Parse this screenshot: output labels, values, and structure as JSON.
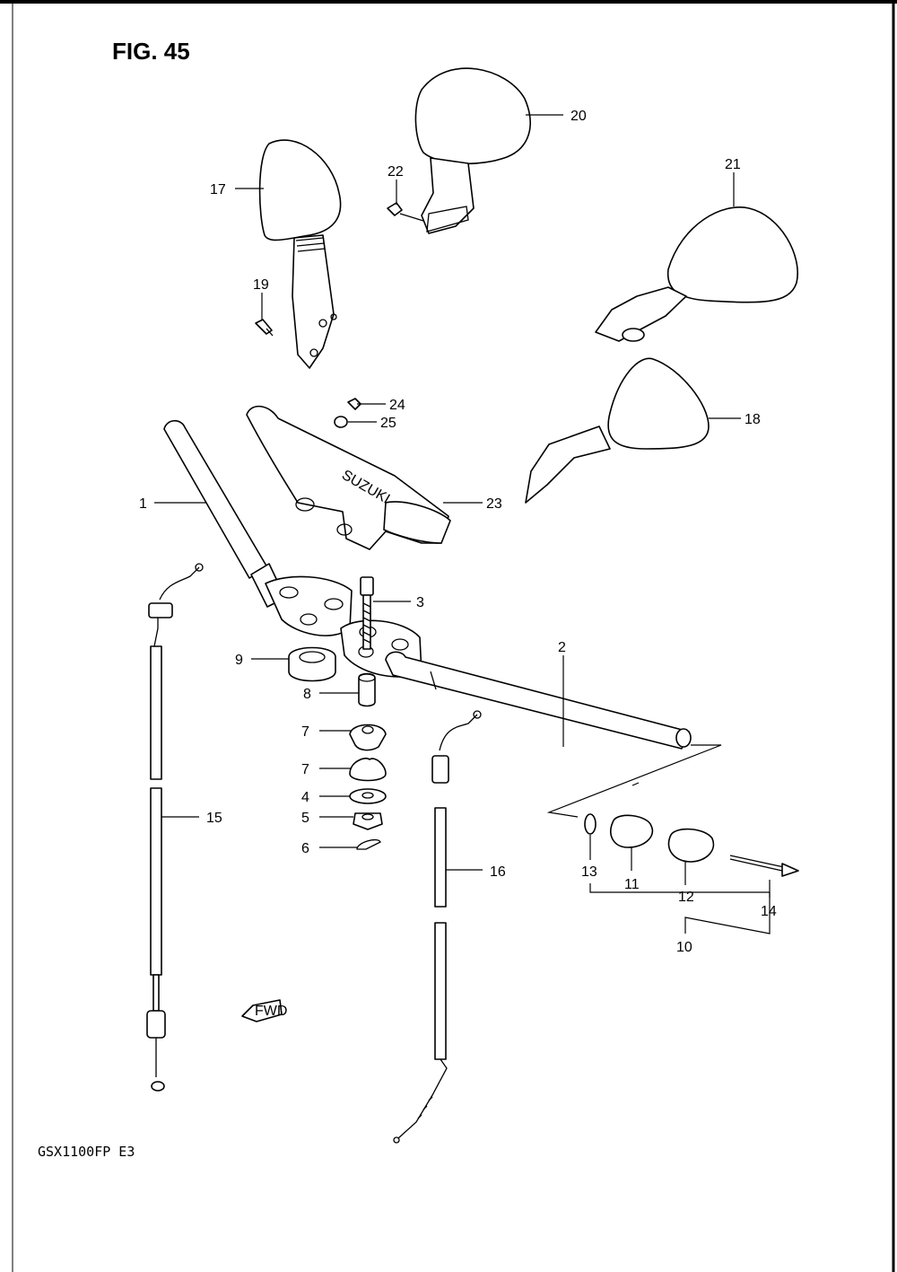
{
  "title": "FIG. 45",
  "model": "GSX1100FP  E3",
  "fwd_mark": "FWD",
  "brand_mark": "SUZUKI",
  "callouts": {
    "p1": "1",
    "p2": "2",
    "p3": "3",
    "p4": "4",
    "p5": "5",
    "p6": "6",
    "p7a": "7",
    "p7b": "7",
    "p8": "8",
    "p9": "9",
    "p10": "10",
    "p11": "11",
    "p12": "12",
    "p13": "13",
    "p14": "14",
    "p15": "15",
    "p16": "16",
    "p17": "17",
    "p18": "18",
    "p19": "19",
    "p20": "20",
    "p21": "21",
    "p22": "22",
    "p23": "23",
    "p24": "24",
    "p25": "25"
  }
}
